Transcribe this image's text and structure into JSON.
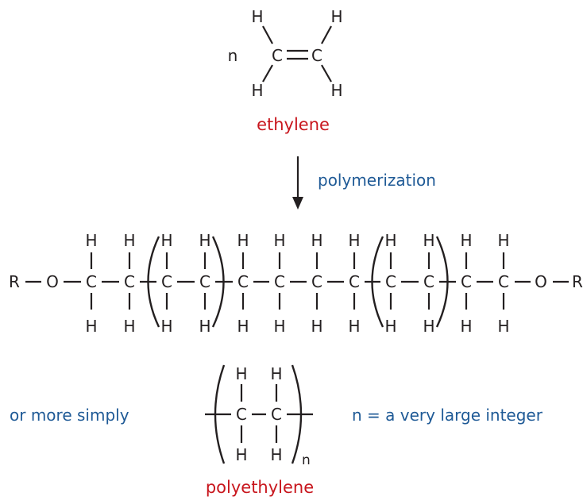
{
  "monomer": {
    "coefficient": "n",
    "name": "ethylene",
    "atoms": {
      "carbon": "C",
      "hydrogen": "H"
    }
  },
  "reaction": {
    "label": "polymerization"
  },
  "chain": {
    "end_group": "R",
    "linker": "O",
    "carbon": "C",
    "hydrogen": "H"
  },
  "repeat_unit": {
    "prefix_label": "or more simply",
    "subscript": "n",
    "note": "n = a very large integer",
    "name": "polyethylene"
  },
  "colors": {
    "ink": "#231f20",
    "name_red": "#c8161d",
    "note_blue": "#1f5a96"
  }
}
